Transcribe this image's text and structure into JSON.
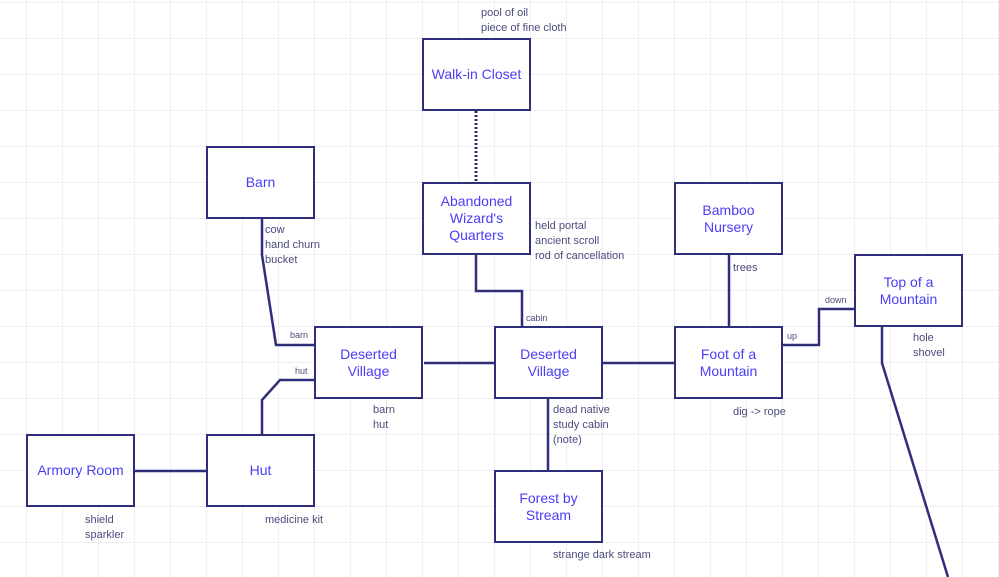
{
  "diagram": {
    "type": "text-adventure-map",
    "colors": {
      "border": "#2e2e7a",
      "room_text": "#4a3ef5",
      "note_text": "#4b4b7e",
      "grid": "#efefef"
    },
    "rooms": [
      {
        "id": "walk-in-closet",
        "name": "Walk-in Closet",
        "items": [
          "pool of oil",
          "piece of fine cloth"
        ]
      },
      {
        "id": "barn",
        "name": "Barn",
        "items": [
          "cow",
          "hand churn",
          "bucket"
        ]
      },
      {
        "id": "wizards-quarters",
        "name": "Abandoned\nWizard's\nQuarters",
        "items": [
          "held portal",
          "ancient scroll",
          "rod of cancellation"
        ]
      },
      {
        "id": "bamboo-nursery",
        "name": "Bamboo\nNursery",
        "items": [
          "trees"
        ]
      },
      {
        "id": "top-of-mountain",
        "name": "Top of a\nMountain",
        "items": [
          "hole",
          "shovel"
        ]
      },
      {
        "id": "deserted-village-west",
        "name": "Deserted\nVillage",
        "items": [
          "barn",
          "hut"
        ]
      },
      {
        "id": "deserted-village-east",
        "name": "Deserted\nVillage",
        "items": [
          "dead native",
          "study cabin",
          "(note)"
        ]
      },
      {
        "id": "foot-of-mountain",
        "name": "Foot of a\nMountain",
        "items": [
          "dig -> rope"
        ]
      },
      {
        "id": "armory-room",
        "name": "Armory Room",
        "items": [
          "shield",
          "sparkler"
        ]
      },
      {
        "id": "hut",
        "name": "Hut",
        "items": [
          "medicine kit"
        ]
      },
      {
        "id": "forest-by-stream",
        "name": "Forest by\nStream",
        "items": [
          "strange dark stream"
        ]
      }
    ],
    "exit_labels": {
      "barn": "barn",
      "hut": "hut",
      "cabin": "cabin",
      "up": "up",
      "down": "down"
    },
    "connections": [
      {
        "from": "walk-in-closet",
        "to": "wizards-quarters",
        "style": "dotted"
      },
      {
        "from": "barn",
        "to": "deserted-village-west",
        "label": "barn"
      },
      {
        "from": "hut",
        "to": "deserted-village-west",
        "label": "hut"
      },
      {
        "from": "armory-room",
        "to": "hut"
      },
      {
        "from": "deserted-village-west",
        "to": "deserted-village-east"
      },
      {
        "from": "wizards-quarters",
        "to": "deserted-village-east",
        "label": "cabin"
      },
      {
        "from": "deserted-village-east",
        "to": "forest-by-stream"
      },
      {
        "from": "deserted-village-east",
        "to": "foot-of-mountain"
      },
      {
        "from": "bamboo-nursery",
        "to": "foot-of-mountain"
      },
      {
        "from": "foot-of-mountain",
        "to": "top-of-mountain",
        "label": "up / down"
      },
      {
        "from": "top-of-mountain",
        "to": "off-screen"
      }
    ]
  }
}
